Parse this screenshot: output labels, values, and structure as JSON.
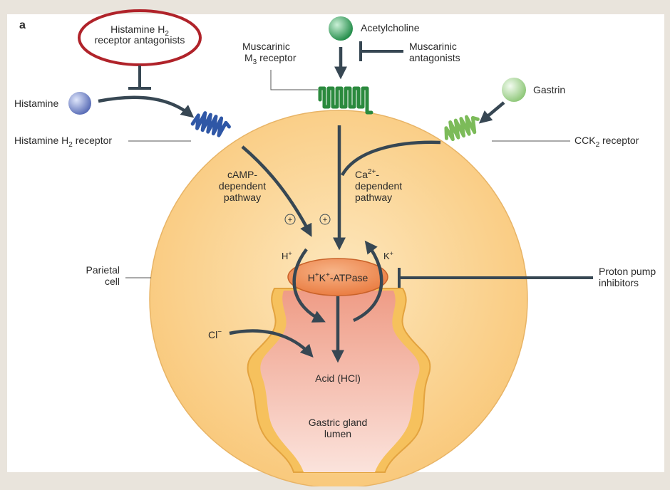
{
  "panel_label": "a",
  "labels": {
    "antagonist_h2_line1": "Histamine H",
    "antagonist_h2_line1_sub": "2",
    "antagonist_h2_line2": "receptor antagonists",
    "acetylcholine": "Acetylcholine",
    "muscarinic_antagonists_line1": "Muscarinic",
    "muscarinic_antagonists_line2": "antagonists",
    "muscarinic_receptor_line1": "Muscarinic",
    "muscarinic_receptor_line2": "M",
    "muscarinic_receptor_line2_sub": "3",
    "muscarinic_receptor_line2_rest": " receptor",
    "gastrin": "Gastrin",
    "histamine": "Histamine",
    "histamine_receptor": "Histamine H",
    "histamine_receptor_sub": "2",
    "histamine_receptor_rest": " receptor",
    "cck_receptor": "CCK",
    "cck_receptor_sub": "2",
    "cck_receptor_rest": " receptor",
    "camp_line1": "cAMP-",
    "camp_line2": "dependent",
    "camp_line3": "pathway",
    "ca_line1": "Ca",
    "ca_line1_sup": "2+",
    "ca_line1_rest": "-",
    "ca_line2": "dependent",
    "ca_line3": "pathway",
    "plus": "+",
    "h_plus": "H",
    "h_plus_sup": "+",
    "k_plus": "K",
    "k_plus_sup": "+",
    "atpase_h": "H",
    "atpase_hsup": "+",
    "atpase_k": "K",
    "atpase_ksup": "+",
    "atpase_rest": "-ATPase",
    "parietal_line1": "Parietal",
    "parietal_line2": "cell",
    "ppi_line1": "Proton pump",
    "ppi_line2": "inhibitors",
    "cl": "Cl",
    "cl_sup": "−",
    "acid": "Acid (HCl)",
    "lumen_line1": "Gastric gland",
    "lumen_line2": "lumen"
  },
  "colors": {
    "background": "#e9e4dc",
    "panel": "#ffffff",
    "cell_fill": "#fbd898",
    "cell_edge": "#e8a94c",
    "lumen_fill": "#f3b7a6",
    "membrane": "#f0b04a",
    "atpase_fill": "#ef8f54",
    "arrow": "#374753",
    "h2_receptor": "#2f57a6",
    "m3_receptor": "#2b8a3e",
    "cck_receptor": "#7cbb59",
    "highlight_ellipse": "#b0232a",
    "histamine_ball": "#6b7fc4",
    "acetylcholine_ball": "#2c9a55",
    "gastrin_ball": "#9fd08a"
  }
}
